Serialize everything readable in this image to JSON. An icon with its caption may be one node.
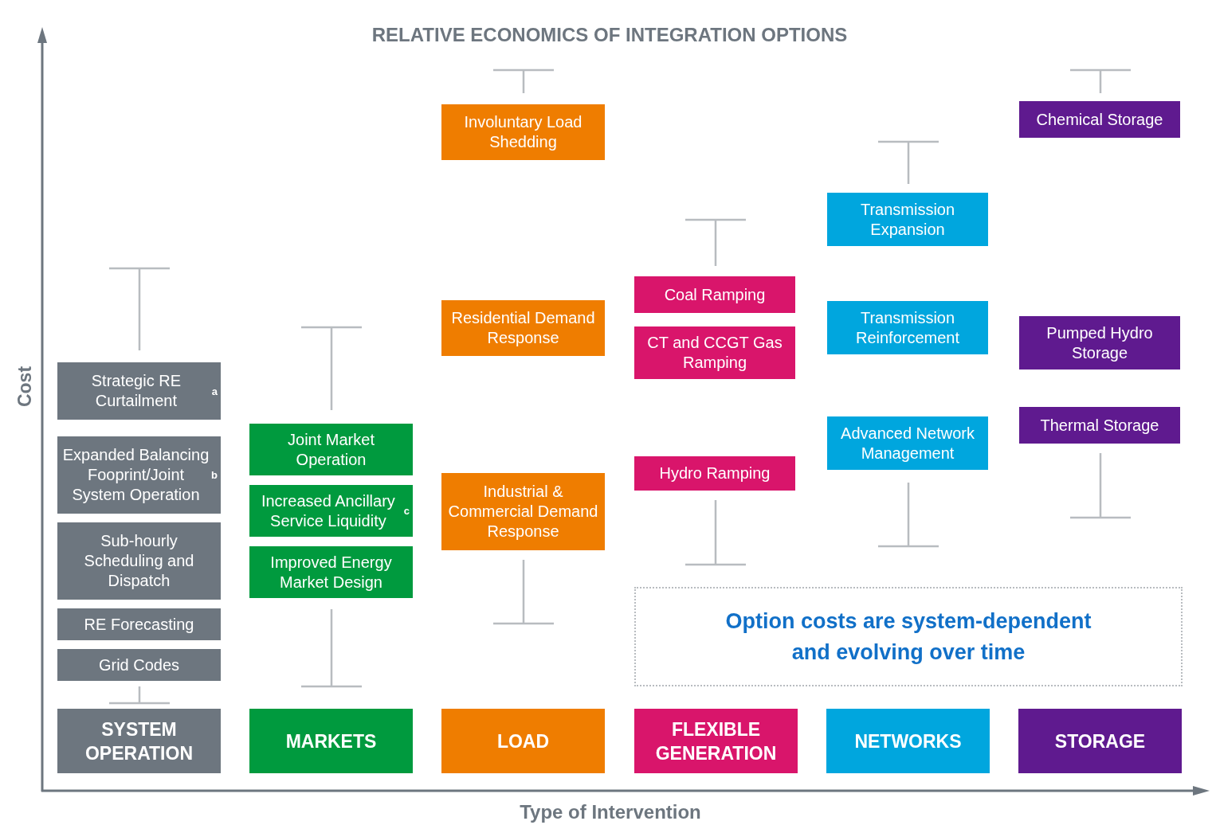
{
  "diagram": {
    "title": "RELATIVE ECONOMICS OF INTEGRATION OPTIONS",
    "nodes": [
      {
        "text": [
          "Strategic RE Curtailment$^{a}$"
        ]
      },
      {
        "text": [
          "Expanded Balancing Fooprint/Joint System Operation$^{b}$"
        ]
      },
      {
        "text": [
          "Sub-hourly Scheduling and Dispatch"
        ]
      },
      {
        "text": [
          "RE Forecasting"
        ]
      },
      {
        "text": [
          "Grid Codes"
        ]
      },
      {
        "text": [
          "SYSTEM OPERATION"
        ]
      },
      {
        "text": [
          "Joint Market Operation"
        ]
      },
      {
        "text": [
          "Increased Ancillary Service Liquidity$^{c}$"
        ]
      },
      {
        "text": [
          "Improved Energy Market Design"
        ]
      },
      {
        "text": [
          "MARKETS"
        ]
      },
      {
        "text": [
          "Involuntary Load Shedding"
        ]
      },
      {
        "text": [
          "Residential Demand Response"
        ]
      },
      {
        "text": [
          "Industrial & Commercial Demand Response"
        ]
      },
      {
        "text": [
          "LOAD"
        ]
      },
      {
        "text": [
          "Coal Ramping"
        ]
      },
      {
        "text": [
          "CT and CCGT Gas Ramping"
        ]
      },
      {
        "text": [
          "Hydro Ramping"
        ]
      },
      {
        "text": [
          "FLEXIBLE GENERATION"
        ]
      },
      {
        "text": [
          "Transmission Expansion"
        ]
      },
      {
        "text": [
          "Transmission Reinforcement"
        ]
      },
      {
        "text": [
          "Advanced Network Management"
        ]
      },
      {
        "text": [
          "NETWORKS"
        ]
      },
      {
        "text": [
          "Chemical Storage"
        ]
      },
      {
        "text": [
          "Pumped Hydro Storage"
        ]
      },
      {
        "text": [
          "Thermal Storage"
        ]
      },
      {
        "text": [
          "STORAGE"
        ]
      },
      {
        "text": [
          "Option costs are system-dependent and evolving over time"
        ]
      }
    ],
    "edges": [],
    "labels": [
      "Cost",
      "Type of Intervention"
    ]
  }
}
